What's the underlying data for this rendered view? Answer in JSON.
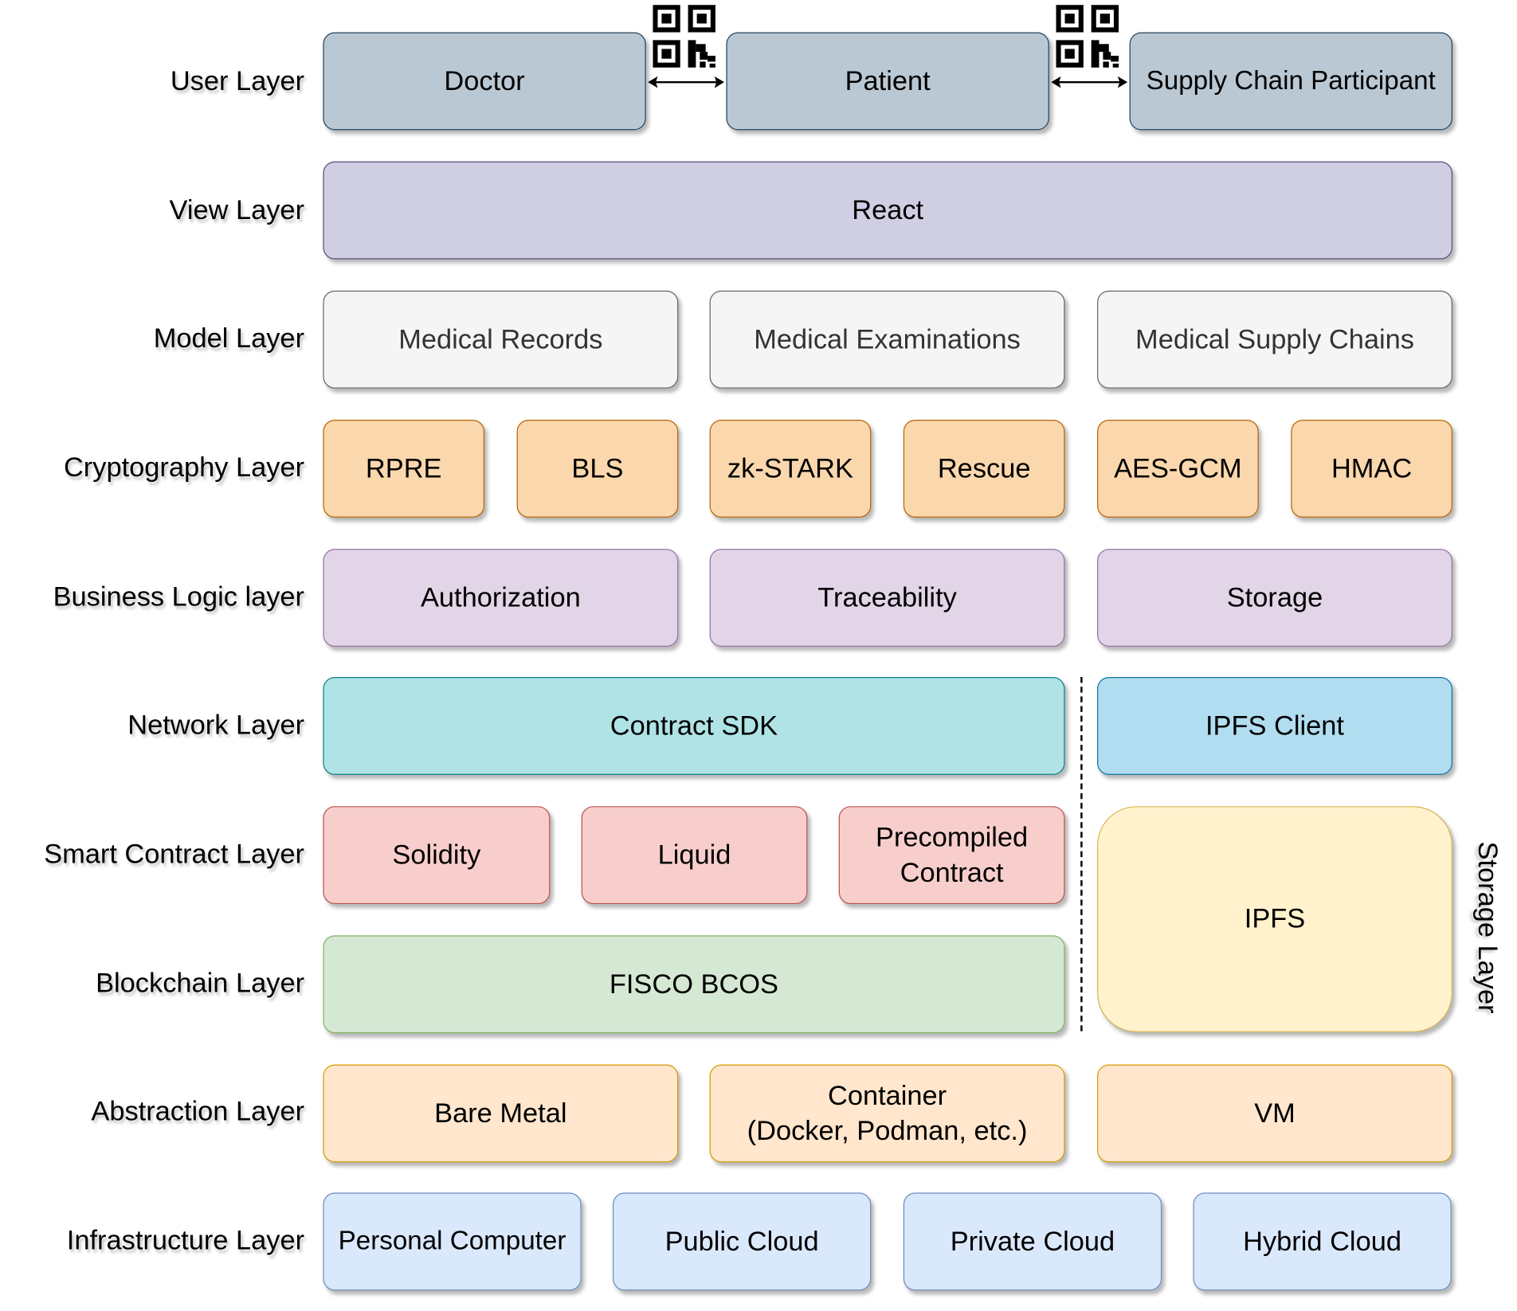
{
  "layers": {
    "user": "User Layer",
    "view": "View Layer",
    "model": "Model Layer",
    "crypto": "Cryptography Layer",
    "business": "Business Logic layer",
    "network": "Network Layer",
    "smart_contract": "Smart Contract Layer",
    "blockchain": "Blockchain Layer",
    "abstraction": "Abstraction Layer",
    "infrastructure": "Infrastructure Layer",
    "storage": "Storage Layer"
  },
  "user": [
    "Doctor",
    "Patient",
    "Supply Chain Participant"
  ],
  "view": [
    "React"
  ],
  "model": [
    "Medical Records",
    "Medical Examinations",
    "Medical Supply Chains"
  ],
  "crypto": [
    "RPRE",
    "BLS",
    "zk-STARK",
    "Rescue",
    "AES-GCM",
    "HMAC"
  ],
  "business": [
    "Authorization",
    "Traceability",
    "Storage"
  ],
  "network": [
    "Contract SDK",
    "IPFS Client"
  ],
  "smart_contract": [
    "Solidity",
    "Liquid",
    "Precompiled Contract"
  ],
  "storage": [
    "IPFS"
  ],
  "blockchain": [
    "FISCO BCOS"
  ],
  "abstraction": [
    "Bare Metal",
    "Container\n(Docker, Podman, etc.)",
    "VM"
  ],
  "infrastructure": [
    "Personal Computer",
    "Public Cloud",
    "Private Cloud",
    "Hybrid Cloud"
  ],
  "icons": [
    "qr-code-icon",
    "double-arrow-icon"
  ],
  "colors": {
    "user": "#bac8d3",
    "view": "#d0cee2",
    "model": "#f5f5f5",
    "crypto": "#fad7ac",
    "business": "#e1d5e7",
    "network": "#b0e3e6",
    "ipfs_client": "#b1ddf0",
    "smart_contract": "#f8cecc",
    "ipfs": "#fff2cc",
    "blockchain": "#d5e8d4",
    "abstraction": "#ffe6cc",
    "infrastructure": "#dae8fc"
  }
}
